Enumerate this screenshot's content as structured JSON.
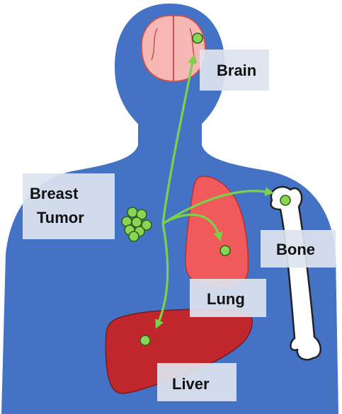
{
  "labels": {
    "brain": "Brain",
    "breast_tumor_line1": "Breast",
    "breast_tumor_line2": "Tumor",
    "lung": "Lung",
    "bone": "Bone",
    "liver": "Liver"
  },
  "colors": {
    "body": "#4472c4",
    "brain_fill": "#f7b8b5",
    "lung_fill": "#f05a5a",
    "liver_fill": "#c0272d",
    "bone_fill": "#ffffff",
    "arrow": "#7bd14a",
    "metastasis_dot": "#8bd454",
    "label_background": "#dde4ef"
  }
}
